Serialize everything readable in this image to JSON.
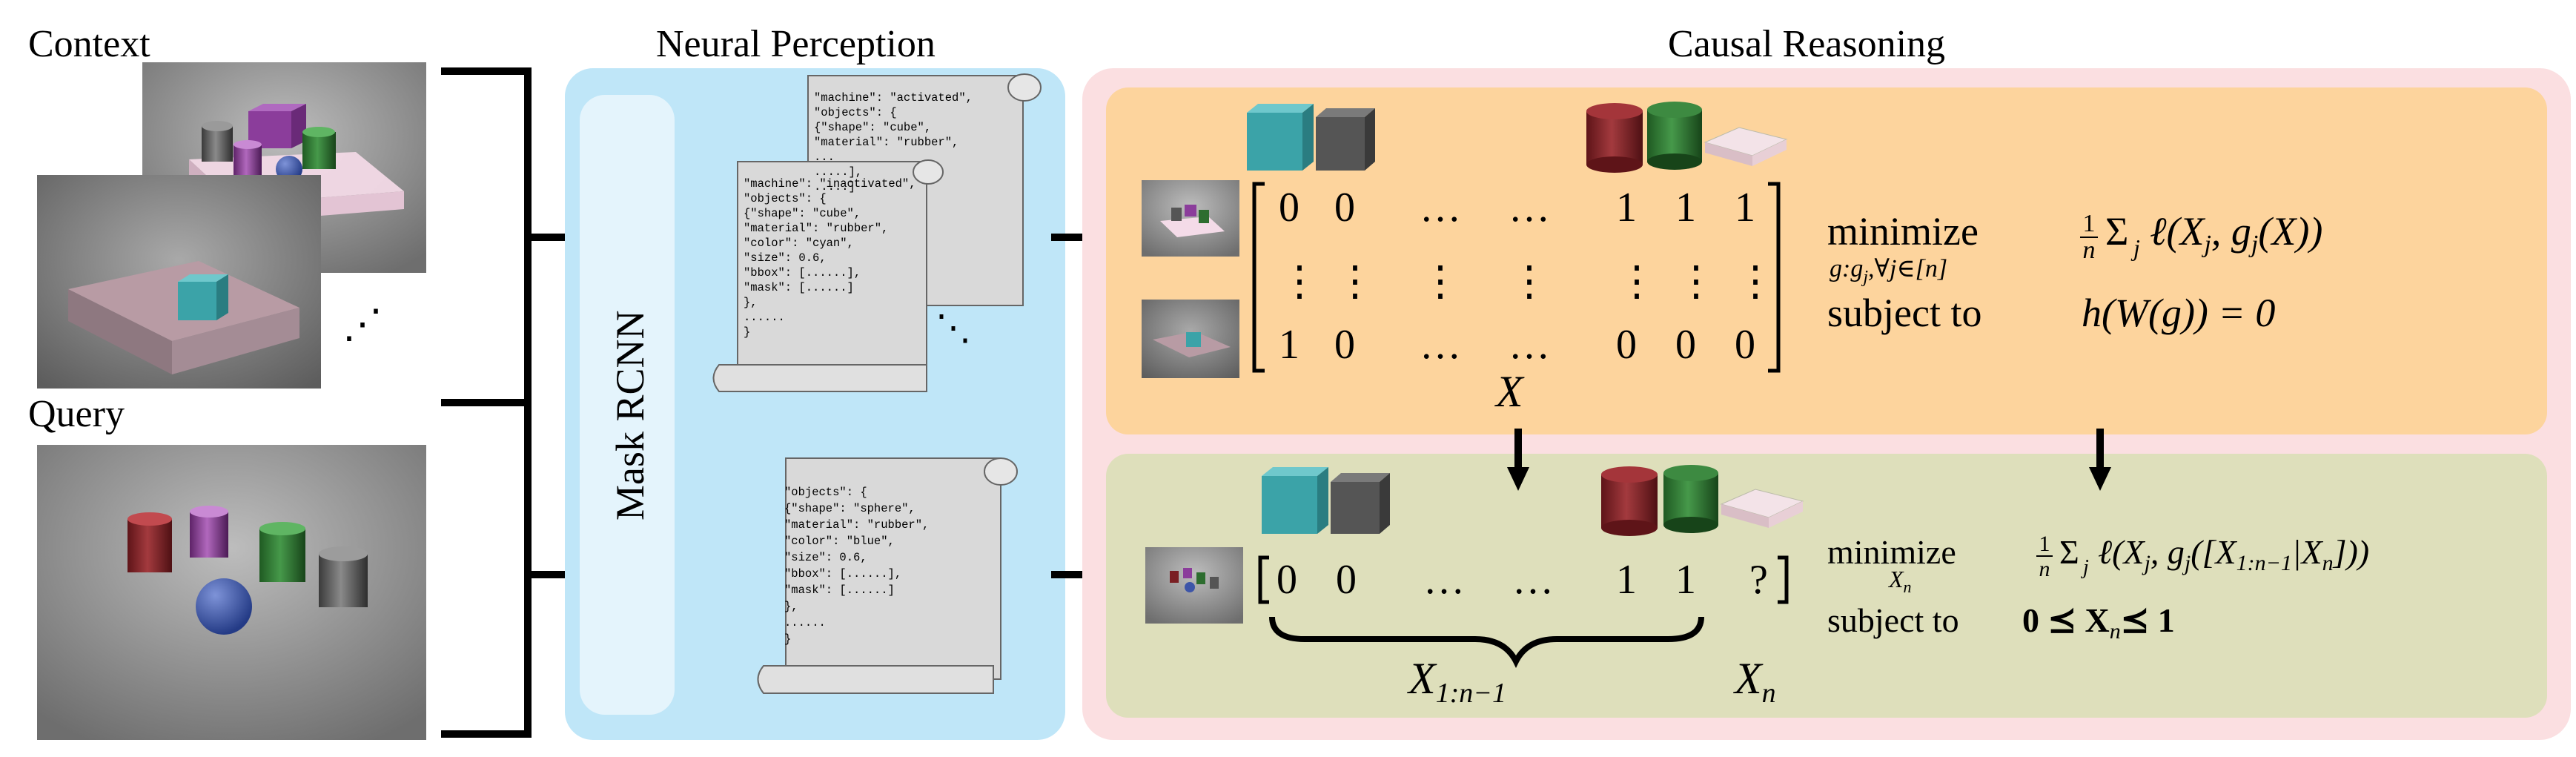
{
  "sections": {
    "context": "Context",
    "query": "Query",
    "neural_perception": "Neural Perception",
    "causal_reasoning": "Causal Reasoning"
  },
  "mask_rcnn_label": "Mask RCNN",
  "ellipsis_diag": "⋰",
  "ellipsis_down": "⋱",
  "scroll_back": [
    "\"machine\": \"activated\",",
    "\"objects\": {",
    "    {\"shape\": \"cube\",",
    "     \"material\": \"rubber\",",
    "     ...",
    "     .....],",
    "     .....]"
  ],
  "scroll_front": [
    "\"machine\": \"inactivated\",",
    "\"objects\": {",
    "    {\"shape\": \"cube\",",
    "     \"material\": \"rubber\",",
    "     \"color\": \"cyan\",",
    "     \"size\": 0.6,",
    "     \"bbox\": [......],",
    "     \"mask\": [......]",
    "    },",
    "......",
    "}"
  ],
  "scroll_query": [
    "\"objects\": {",
    "    {\"shape\": \"sphere\",",
    "     \"material\": \"rubber\",",
    "     \"color\": \"blue\",",
    "     \"size\": 0.6,",
    "     \"bbox\": [......],",
    "     \"mask\": [......]",
    "    },",
    "    ......",
    "}"
  ],
  "matrix": {
    "row1": [
      "0",
      "0",
      "…",
      "…",
      "1",
      "1",
      "1"
    ],
    "row2": [
      "⋮",
      "⋮",
      "⋮",
      "⋮",
      "⋮",
      "⋮",
      "⋮"
    ],
    "row3": [
      "1",
      "0",
      "…",
      "…",
      "0",
      "0",
      "0"
    ],
    "label": "X"
  },
  "query_vector": {
    "values": [
      "0",
      "0",
      "…",
      "…",
      "1",
      "1",
      "?"
    ],
    "brace_label": "X",
    "brace_sub": "1:n−1",
    "last_label": "X",
    "last_sub": "n"
  },
  "opt_top": {
    "minimize": "minimize",
    "under": "g:g",
    "under_sub": "j",
    "under_rest": ",∀j∈[n]",
    "objective": "Σ",
    "subject_to": "subject to",
    "constraint": "h(W(g)) = 0"
  },
  "opt_bottom": {
    "minimize": "minimize",
    "under": "X",
    "under_sub": "n",
    "subject_to": "subject to",
    "constraint": "0 ⪯ X",
    "constraint_sub": "n",
    "constraint_tail": "⪯ 1"
  },
  "colors": {
    "blue_panel": "#bfe6f8",
    "blue_inner": "#e4f4fc",
    "pink_panel": "#fbdfe1",
    "orange_panel": "#fdd49d",
    "olive_panel": "#dedfbb",
    "cyan": "#3ba3a8",
    "gray_cube": "#555555",
    "red_cyl": "#7a1f23",
    "green_cyl": "#2d6d2f",
    "pink_slab": "#ecd6dc",
    "purple": "#8b3d9b",
    "blue_sphere": "#3d55a8"
  }
}
